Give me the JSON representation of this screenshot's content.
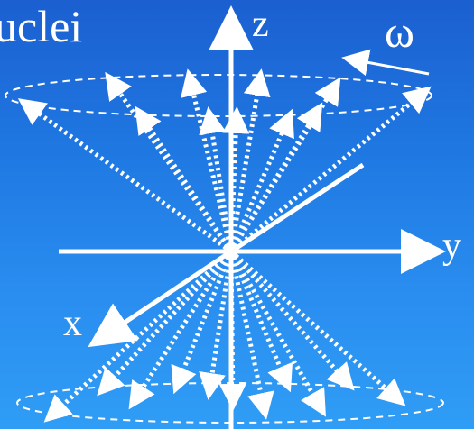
{
  "diagram": {
    "title_fragment": "uclei",
    "axes": {
      "z": "z",
      "y": "y",
      "x": "x"
    },
    "rotation_symbol": "ω",
    "colors": {
      "background_top": "#1b5fd0",
      "background_bottom": "#2f9df5",
      "foreground": "#ffffff"
    },
    "cone_vector_count_top": 11,
    "cone_vector_count_bottom": 11
  }
}
